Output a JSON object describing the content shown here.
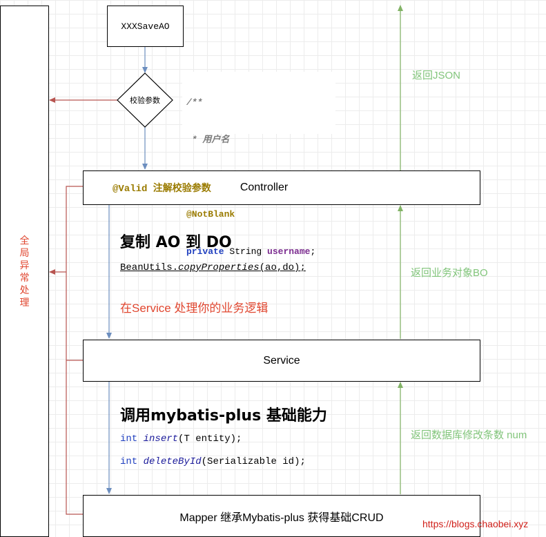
{
  "exception_label": "全局异常处理",
  "save_ao": "XXXSaveAO",
  "check_params": "校验参数",
  "comment_block": {
    "line1": "/**",
    "line2": " * 用户名",
    "line3": " */",
    "annotation": "@NotBlank",
    "kw_private": "private",
    "type": "String",
    "field": "username",
    "semicolon": ";"
  },
  "controller": {
    "valid_note": "@Valid 注解校验参数",
    "label": "Controller"
  },
  "copy_title": "复制 AO 到 DO",
  "bean_utils": {
    "cls": "BeanUtils.",
    "method": "copyProperties",
    "args": "(ao,do);"
  },
  "service_note": "在Service 处理你的业务逻辑",
  "service": "Service",
  "mybatis_title": "调用mybatis-plus 基础能力",
  "insert": {
    "kw": "int",
    "name": "insert",
    "args": "(T entity);"
  },
  "delete": {
    "kw": "int",
    "name": "deleteById",
    "args": "(Serializable id);"
  },
  "mapper": "Mapper 继承Mybatis-plus 获得基础CRUD",
  "return_json": "返回JSON",
  "return_bo": "返回业务对象BO",
  "return_num": "返回数据库修改条数 num",
  "watermark": "https://blogs.chaobei.xyz",
  "colors": {
    "blue_arrow": "#6c8ebf",
    "green_arrow": "#82b366",
    "red_arrow": "#b85450",
    "red_text": "#e0462f",
    "green_text": "#82c57b"
  }
}
